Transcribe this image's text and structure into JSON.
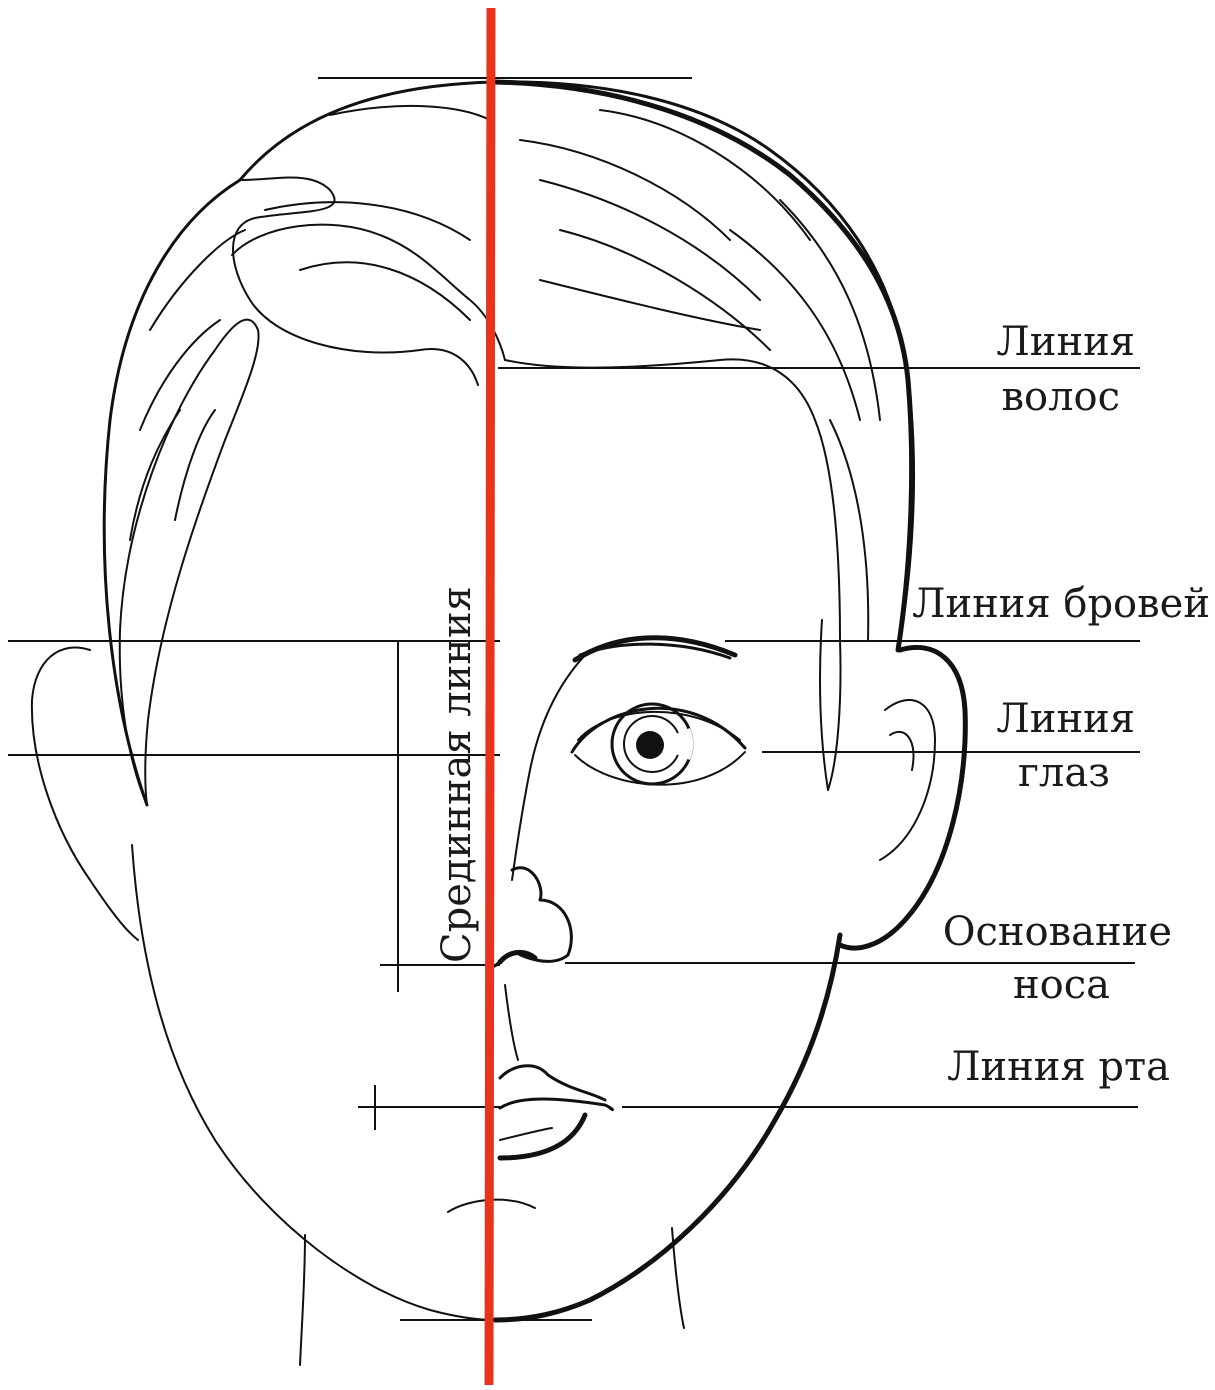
{
  "labels": {
    "hair_line": [
      "Линия",
      "волос"
    ],
    "brow_line": [
      "Линия бровей"
    ],
    "eye_line": [
      "Линия",
      "глаз"
    ],
    "nose_base": [
      "Основание",
      "носа"
    ],
    "mouth_line": [
      "Линия рта"
    ],
    "midline": "Срединная линия"
  },
  "colors": {
    "midline": "#e8341c",
    "ink": "#111111"
  }
}
